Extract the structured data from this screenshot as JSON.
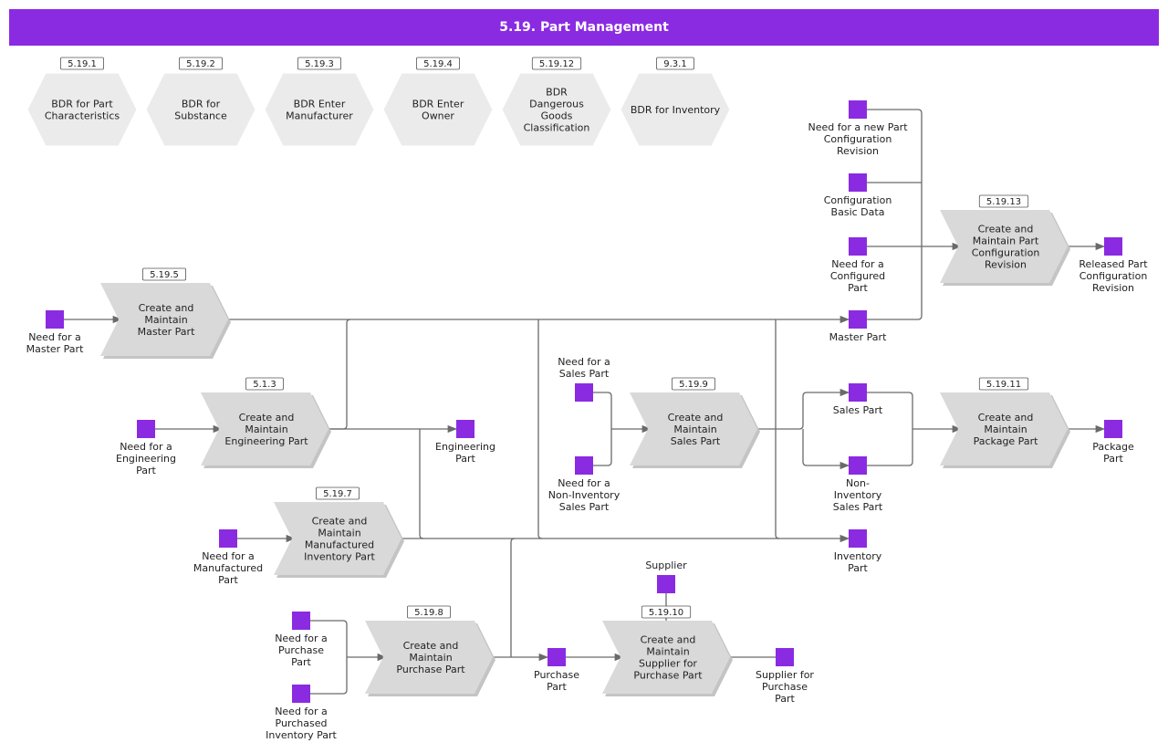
{
  "header": {
    "title": "5.19. Part Management"
  },
  "colors": {
    "accent": "#8a2be2",
    "event": "#8a2be2",
    "process_fill": "#d9d9d9",
    "bdr_fill": "#ebebeb",
    "line": "#6a6a6a"
  },
  "bdr_rules": [
    {
      "id": "5.19.1",
      "lines": [
        "BDR for Part",
        "Characteristics"
      ]
    },
    {
      "id": "5.19.2",
      "lines": [
        "BDR for",
        "Substance"
      ]
    },
    {
      "id": "5.19.3",
      "lines": [
        "BDR Enter",
        "Manufacturer"
      ]
    },
    {
      "id": "5.19.4",
      "lines": [
        "BDR Enter",
        "Owner"
      ]
    },
    {
      "id": "5.19.12",
      "lines": [
        "BDR",
        "Dangerous",
        "Goods",
        "Classification"
      ]
    },
    {
      "id": "9.3.1",
      "lines": [
        "BDR for Inventory"
      ]
    }
  ],
  "processes": [
    {
      "key": "master",
      "id": "5.19.5",
      "lines": [
        "Create and",
        "Maintain",
        "Master Part"
      ]
    },
    {
      "key": "engineering",
      "id": "5.1.3",
      "lines": [
        "Create and",
        "Maintain",
        "Engineering Part"
      ]
    },
    {
      "key": "manufactured",
      "id": "5.19.7",
      "lines": [
        "Create and",
        "Maintain",
        "Manufactured",
        "Inventory Part"
      ]
    },
    {
      "key": "purchase",
      "id": "5.19.8",
      "lines": [
        "Create and",
        "Maintain",
        "Purchase Part"
      ]
    },
    {
      "key": "supplier",
      "id": "5.19.10",
      "lines": [
        "Create and",
        "Maintain",
        "Supplier for",
        "Purchase Part"
      ]
    },
    {
      "key": "sales",
      "id": "5.19.9",
      "lines": [
        "Create and",
        "Maintain",
        "Sales Part"
      ]
    },
    {
      "key": "package",
      "id": "5.19.11",
      "lines": [
        "Create and",
        "Maintain",
        "Package Part"
      ]
    },
    {
      "key": "config",
      "id": "5.19.13",
      "lines": [
        "Create and",
        "Maintain Part",
        "Configuration",
        "Revision"
      ]
    }
  ],
  "events": [
    {
      "key": "need-master",
      "lines": [
        "Need for a",
        "Master Part"
      ]
    },
    {
      "key": "need-engineering",
      "lines": [
        "Need for a",
        "Engineering",
        "Part"
      ]
    },
    {
      "key": "engineering-part",
      "lines": [
        "Engineering",
        "Part"
      ]
    },
    {
      "key": "need-manufactured",
      "lines": [
        "Need for a",
        "Manufactured",
        "Part"
      ]
    },
    {
      "key": "need-purchase",
      "lines": [
        "Need for a",
        "Purchase",
        "Part"
      ]
    },
    {
      "key": "need-purchased-inv",
      "lines": [
        "Need for a",
        "Purchased",
        "Inventory Part"
      ]
    },
    {
      "key": "purchase-part",
      "lines": [
        "Purchase",
        "Part"
      ]
    },
    {
      "key": "supplier",
      "lines": [
        "Supplier"
      ]
    },
    {
      "key": "supplier-purchase-part",
      "lines": [
        "Supplier for",
        "Purchase",
        "Part"
      ]
    },
    {
      "key": "need-sales",
      "lines": [
        "Need for a",
        "Sales Part"
      ]
    },
    {
      "key": "need-non-inv-sales",
      "lines": [
        "Need for a",
        "Non-Inventory",
        "Sales Part"
      ]
    },
    {
      "key": "need-new-config-rev",
      "lines": [
        "Need for a new Part",
        "Configuration",
        "Revision"
      ]
    },
    {
      "key": "config-basic-data",
      "lines": [
        "Configuration",
        "Basic Data"
      ]
    },
    {
      "key": "need-configured",
      "lines": [
        "Need for a",
        "Configured",
        "Part"
      ]
    },
    {
      "key": "master-part",
      "lines": [
        "Master Part"
      ]
    },
    {
      "key": "sales-part",
      "lines": [
        "Sales Part"
      ]
    },
    {
      "key": "non-inv-sales-part",
      "lines": [
        "Non-",
        "Inventory",
        "Sales Part"
      ]
    },
    {
      "key": "inventory-part",
      "lines": [
        "Inventory",
        "Part"
      ]
    },
    {
      "key": "released-config-rev",
      "lines": [
        "Released Part",
        "Configuration",
        "Revision"
      ]
    },
    {
      "key": "package-part",
      "lines": [
        "Package",
        "Part"
      ]
    }
  ]
}
